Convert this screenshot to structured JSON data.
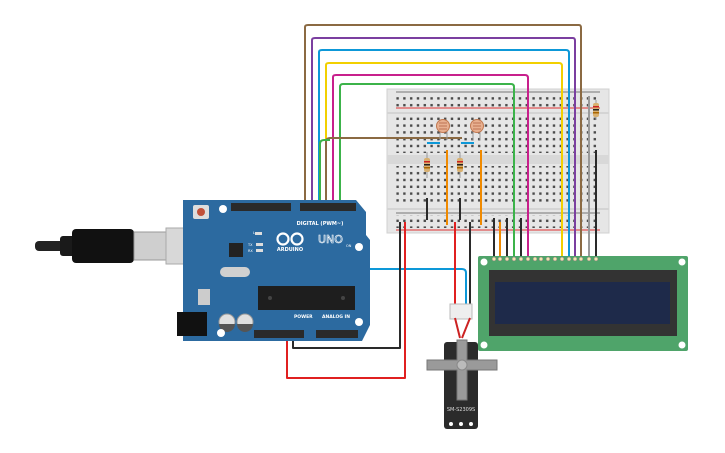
{
  "arduino": {
    "model_label": "UNO",
    "brand_label": "ARDUINO",
    "digital_label": "DIGITAL (PWM~)",
    "power_label": "POWER",
    "analog_label": "ANALOG IN",
    "on_label": "ON",
    "l_label": "L",
    "tx_label": "TX",
    "rx_label": "RX",
    "board_color": "#2c6aa0"
  },
  "servo": {
    "model_label": "SM-S2309S"
  },
  "lcd": {
    "board_color": "#4fa46a",
    "screen_color": "#1e2a4a"
  },
  "wire_colors": {
    "brown": "#8b6a43",
    "purple": "#7b3fa0",
    "blue": "#0d98d8",
    "yellow": "#f2d000",
    "magenta": "#c8208c",
    "green": "#3cb34a",
    "red": "#e02020",
    "black": "#2a2a2a",
    "orange": "#f08a00",
    "gray": "#9a9a9a"
  }
}
